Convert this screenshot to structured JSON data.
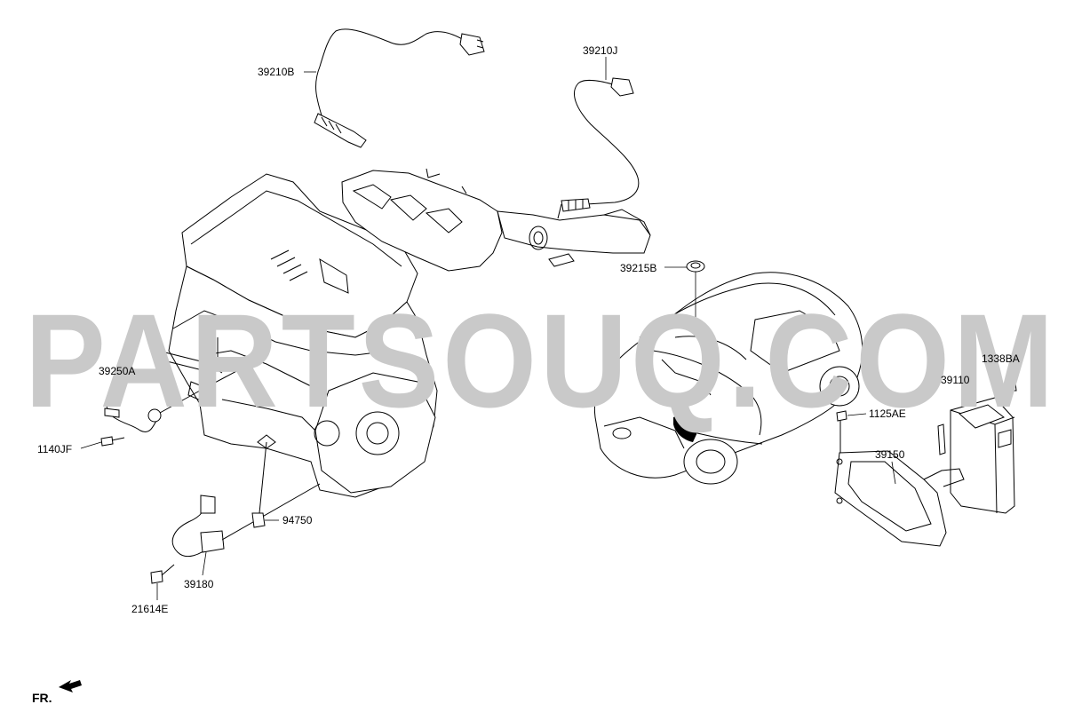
{
  "watermark": "PARTSOUQ.COM",
  "front_indicator": "FR.",
  "callouts": {
    "p39210B": "39210B",
    "p39210J": "39210J",
    "p39215B": "39215B",
    "p39250A": "39250A",
    "p1140JF": "1140JF",
    "p94750": "94750",
    "p39180": "39180",
    "p21614E": "21614E",
    "p1338BA": "1338BA",
    "p39110": "39110",
    "p1125AE": "1125AE",
    "p39150": "39150"
  }
}
